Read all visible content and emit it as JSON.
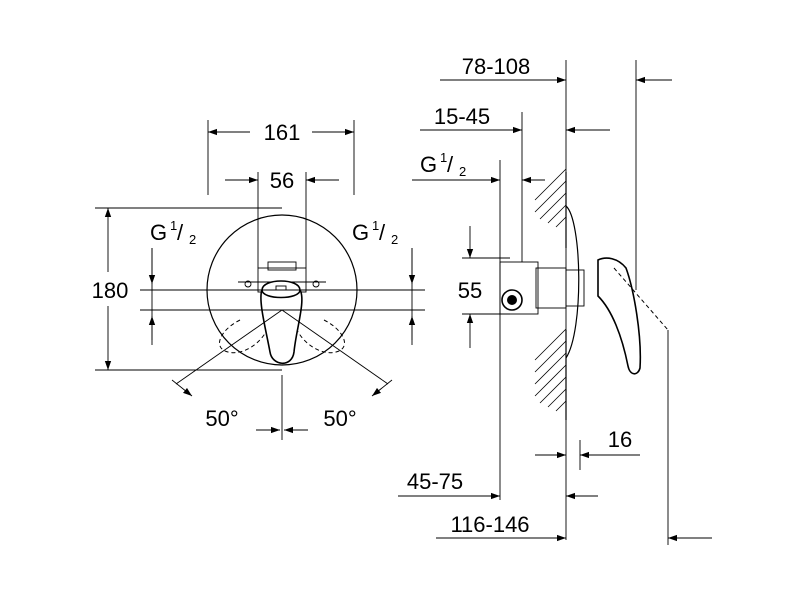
{
  "front_view": {
    "width_overall": "161",
    "width_inner": "56",
    "height": "180",
    "thread_left": {
      "prefix": "G",
      "num": "1",
      "den": "2"
    },
    "thread_right": {
      "prefix": "G",
      "num": "1",
      "den": "2"
    },
    "angle_left": "50°",
    "angle_right": "50°"
  },
  "side_view": {
    "depth_range": "78-108",
    "mount_range": "15-45",
    "thread": {
      "prefix": "G",
      "num": "1",
      "den": "2"
    },
    "height_small": "55",
    "offset": "16",
    "wall_range": "45-75",
    "total_range": "116-146"
  }
}
